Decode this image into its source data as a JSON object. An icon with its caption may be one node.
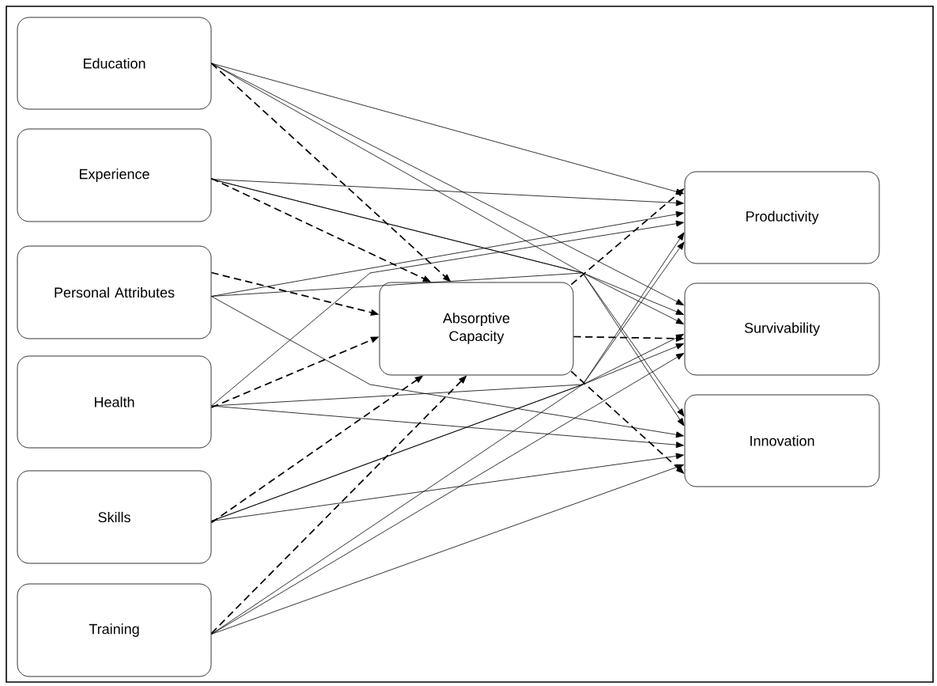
{
  "diagram": {
    "nodes": [
      {
        "text": [
          "Education"
        ]
      },
      {
        "text": [
          "Experience"
        ]
      },
      {
        "text": [
          "Personal Attributes"
        ]
      },
      {
        "text": [
          "Health"
        ]
      },
      {
        "text": [
          "Skills"
        ]
      },
      {
        "text": [
          "Training"
        ]
      },
      {
        "text": [
          "Absorptive Capacity"
        ]
      },
      {
        "text": [
          "Productivity"
        ]
      },
      {
        "text": [
          "Survivability"
        ]
      },
      {
        "text": [
          "Innovation"
        ]
      }
    ],
    "edges": [
      {
        "from": 0,
        "to": 6,
        "arrow": "to",
        "style": "dashed"
      },
      {
        "from": 0,
        "to": 7,
        "arrow": "to"
      },
      {
        "from": 0,
        "to": 8,
        "arrow": "to"
      },
      {
        "from": 0,
        "to": 9,
        "arrow": "to"
      },
      {
        "from": 1,
        "to": 6,
        "arrow": "to",
        "style": "dashed"
      },
      {
        "from": 1,
        "to": 7,
        "arrow": "to"
      },
      {
        "from": 1,
        "to": 8,
        "arrow": "to"
      },
      {
        "from": 1,
        "to": 9,
        "arrow": "to"
      },
      {
        "from": 2,
        "to": 6,
        "arrow": "to",
        "style": "dashed"
      },
      {
        "from": 2,
        "to": 7,
        "arrow": "to"
      },
      {
        "from": 2,
        "to": 8,
        "arrow": "to"
      },
      {
        "from": 2,
        "to": 9,
        "arrow": "to"
      },
      {
        "from": 3,
        "to": 6,
        "arrow": "to",
        "style": "dashed"
      },
      {
        "from": 3,
        "to": 7,
        "arrow": "to"
      },
      {
        "from": 3,
        "to": 8,
        "arrow": "to"
      },
      {
        "from": 3,
        "to": 9,
        "arrow": "to"
      },
      {
        "from": 4,
        "to": 6,
        "arrow": "to",
        "style": "dashed"
      },
      {
        "from": 4,
        "to": 7,
        "arrow": "to"
      },
      {
        "from": 4,
        "to": 8,
        "arrow": "to"
      },
      {
        "from": 4,
        "to": 9,
        "arrow": "to"
      },
      {
        "from": 5,
        "to": 6,
        "arrow": "to",
        "style": "dashed"
      },
      {
        "from": 5,
        "to": 7,
        "arrow": "to"
      },
      {
        "from": 5,
        "to": 8,
        "arrow": "to"
      },
      {
        "from": 5,
        "to": 9,
        "arrow": "to"
      },
      {
        "from": 6,
        "to": 7,
        "arrow": "to",
        "style": "dashed"
      },
      {
        "from": 6,
        "to": 8,
        "arrow": "to",
        "style": "dashed"
      },
      {
        "from": 6,
        "to": 9,
        "arrow": "to",
        "style": "dashed"
      }
    ]
  }
}
